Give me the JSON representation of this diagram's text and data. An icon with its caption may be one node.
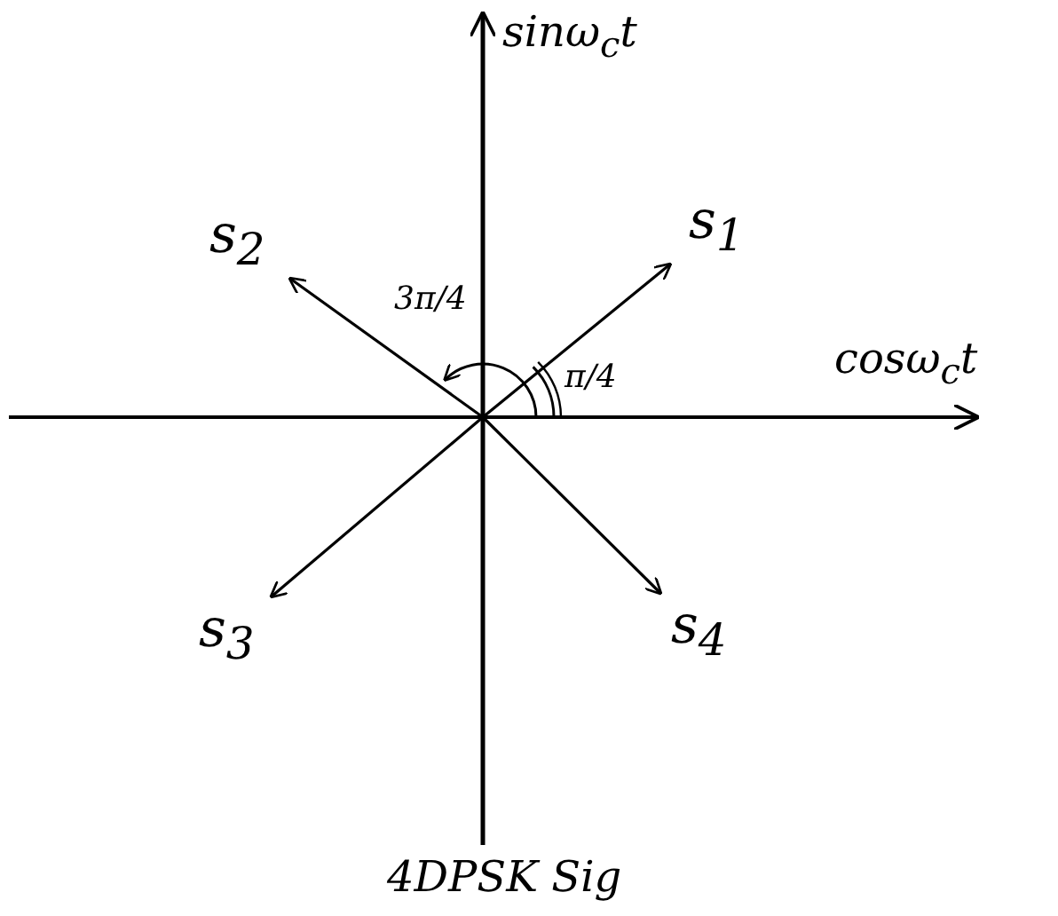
{
  "diagram": {
    "nodes": [
      {
        "text": [
          "s$_{1}$"
        ]
      },
      {
        "text": [
          "s$_{2}$"
        ]
      },
      {
        "text": [
          "s$_{3}$"
        ]
      },
      {
        "text": [
          "s$_{4}$"
        ]
      }
    ],
    "edges": [
      {
        "from": null,
        "to": 0,
        "arrow": "to"
      },
      {
        "from": null,
        "to": 1,
        "arrow": "to"
      },
      {
        "from": null,
        "to": 2,
        "arrow": "to"
      },
      {
        "from": null,
        "to": 3,
        "arrow": "to"
      }
    ],
    "labels": [
      "sinω$_{c}$t",
      "3π/4",
      "π/4",
      "cosω$_{c}$t"
    ],
    "caption": "4DPSK Sig"
  }
}
